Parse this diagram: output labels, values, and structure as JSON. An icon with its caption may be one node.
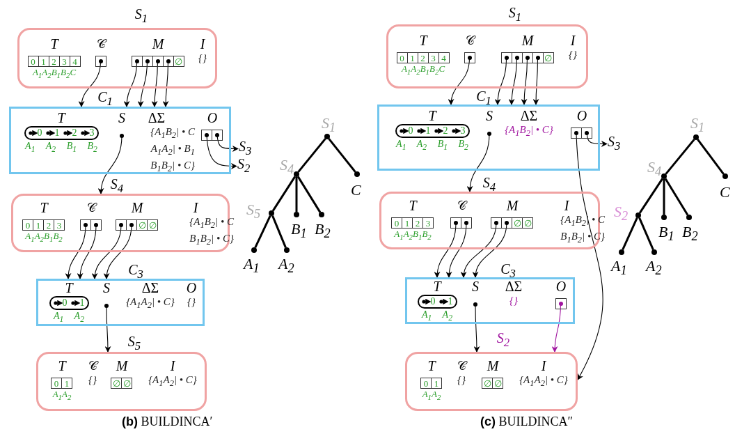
{
  "diagram": {
    "nodes": [
      {
        "text": [
          "S$_{1}$"
        ]
      },
      {
        "text": [
          "T",
          "0",
          "1",
          "2",
          "3",
          "4",
          "A$_{1}$A$_{2}$B$_{1}$B$_{2}$C"
        ],
        "in": 0
      },
      {
        "text": [
          "𝒞"
        ],
        "in": 0
      },
      {
        "text": [
          "M",
          "∅"
        ],
        "in": 0
      },
      {
        "text": [
          "I",
          "{}"
        ],
        "in": 0
      },
      {
        "text": [
          "C$_{1}$"
        ]
      },
      {
        "text": [
          "T",
          "0",
          "1",
          "2",
          "3",
          "A$_{1}$ A$_{2}$ B$_{1}$ B$_{2}$"
        ],
        "in": 5
      },
      {
        "text": [
          "S"
        ],
        "in": 5
      },
      {
        "text": [
          "ΔΣ",
          "{A$_{1}$B$_{2}$| • C",
          "A$_{1}$A$_{2}$| • B$_{1}$",
          "B$_{1}$B$_{2}$| • C}"
        ],
        "in": 5
      },
      {
        "text": [
          "O"
        ],
        "in": 5
      },
      {
        "text": [
          "S$_{3}$"
        ]
      },
      {
        "text": [
          "S$_{2}$"
        ]
      },
      {
        "text": [
          "S$_{4}$"
        ]
      },
      {
        "text": [
          "T",
          "0",
          "1",
          "2",
          "3",
          "A$_{1}$A$_{2}$B$_{1}$B$_{2}$"
        ],
        "in": 12
      },
      {
        "text": [
          "𝒞"
        ],
        "in": 12
      },
      {
        "text": [
          "M",
          "∅",
          "∅"
        ],
        "in": 12
      },
      {
        "text": [
          "I",
          "{A$_{1}$B$_{2}$| • C",
          "B$_{1}$B$_{2}$| • C}"
        ],
        "in": 12
      },
      {
        "text": [
          "C$_{3}$"
        ]
      },
      {
        "text": [
          "T",
          "0",
          "1",
          "A$_{1}$ A$_{2}$"
        ],
        "in": 17
      },
      {
        "text": [
          "S"
        ],
        "in": 17
      },
      {
        "text": [
          "ΔΣ",
          "{A$_{1}$A$_{2}$| • C}"
        ],
        "in": 17
      },
      {
        "text": [
          "O",
          "{}"
        ],
        "in": 17
      },
      {
        "text": [
          "S$_{5}$"
        ]
      },
      {
        "text": [
          "T",
          "0",
          "1",
          "A$_{1}$A$_{2}$"
        ],
        "in": 22
      },
      {
        "text": [
          "𝒞",
          "{}"
        ],
        "in": 22
      },
      {
        "text": [
          "M",
          "∅",
          "∅"
        ],
        "in": 22
      },
      {
        "text": [
          "I",
          "{A$_{1}$A$_{2}$| • C}"
        ],
        "in": 22
      },
      {
        "text": [],
        "shape": "circle",
        "beside": [
          "S$_{1}$"
        ]
      },
      {
        "text": [],
        "shape": "circle",
        "beside": [
          "S$_{4}$"
        ]
      },
      {
        "text": [],
        "shape": "circle",
        "beside": [
          "C"
        ]
      },
      {
        "text": [],
        "shape": "circle",
        "beside": [
          "S$_{5}$"
        ]
      },
      {
        "text": [],
        "shape": "circle",
        "beside": [
          "B$_{1}$"
        ]
      },
      {
        "text": [],
        "shape": "circle",
        "beside": [
          "B$_{2}$"
        ]
      },
      {
        "text": [],
        "shape": "circle",
        "beside": [
          "A$_{1}$"
        ]
      },
      {
        "text": [],
        "shape": "circle",
        "beside": [
          "A$_{2}$"
        ]
      },
      {
        "text": [
          "S$_{1}$"
        ]
      },
      {
        "text": [
          "T",
          "0",
          "1",
          "2",
          "3",
          "4",
          "A$_{1}$A$_{2}$B$_{1}$B$_{2}$C"
        ],
        "in": 35
      },
      {
        "text": [
          "𝒞"
        ],
        "in": 35
      },
      {
        "text": [
          "M",
          "∅"
        ],
        "in": 35
      },
      {
        "text": [
          "I",
          "{}"
        ],
        "in": 35
      },
      {
        "text": [
          "C$_{1}$"
        ]
      },
      {
        "text": [
          "T",
          "0",
          "1",
          "2",
          "3",
          "A$_{1}$ A$_{2}$ B$_{1}$ B$_{2}$"
        ],
        "in": 40
      },
      {
        "text": [
          "S"
        ],
        "in": 40
      },
      {
        "text": [
          "ΔΣ",
          "{A$_{1}$B$_{2}$| • C}"
        ],
        "in": 40
      },
      {
        "text": [
          "O"
        ],
        "in": 40
      },
      {
        "text": [
          "S$_{3}$"
        ]
      },
      {
        "text": [
          "S$_{4}$"
        ]
      },
      {
        "text": [
          "T",
          "0",
          "1",
          "2",
          "3",
          "A$_{1}$A$_{2}$B$_{1}$B$_{2}$"
        ],
        "in": 46
      },
      {
        "text": [
          "𝒞"
        ],
        "in": 46
      },
      {
        "text": [
          "M",
          "∅",
          "∅"
        ],
        "in": 46
      },
      {
        "text": [
          "I",
          "{A$_{1}$B$_{2}$| • C",
          "B$_{1}$B$_{2}$| • C}"
        ],
        "in": 46
      },
      {
        "text": [
          "C$_{3}$"
        ]
      },
      {
        "text": [
          "T",
          "0",
          "1",
          "A$_{1}$ A$_{2}$"
        ],
        "in": 51
      },
      {
        "text": [
          "S"
        ],
        "in": 51
      },
      {
        "text": [
          "ΔΣ",
          "{}"
        ],
        "in": 51
      },
      {
        "text": [
          "O"
        ],
        "in": 51
      },
      {
        "text": [
          "S$_{2}$"
        ]
      },
      {
        "text": [
          "T",
          "0",
          "1",
          "A$_{1}$A$_{2}$"
        ],
        "in": 56
      },
      {
        "text": [
          "𝒞",
          "{}"
        ],
        "in": 56
      },
      {
        "text": [
          "M",
          "∅",
          "∅"
        ],
        "in": 56
      },
      {
        "text": [
          "I",
          "{A$_{1}$A$_{2}$| • C}"
        ],
        "in": 56
      },
      {
        "text": [],
        "shape": "circle",
        "beside": [
          "S$_{1}$"
        ]
      },
      {
        "text": [],
        "shape": "circle",
        "beside": [
          "S$_{4}$"
        ]
      },
      {
        "text": [],
        "shape": "circle",
        "beside": [
          "C"
        ]
      },
      {
        "text": [],
        "shape": "circle",
        "beside": [
          "S$_{2}$"
        ]
      },
      {
        "text": [],
        "shape": "circle",
        "beside": [
          "B$_{1}$"
        ]
      },
      {
        "text": [],
        "shape": "circle",
        "beside": [
          "B$_{2}$"
        ]
      },
      {
        "text": [],
        "shape": "circle",
        "beside": [
          "A$_{1}$"
        ]
      },
      {
        "text": [],
        "shape": "circle",
        "beside": [
          "A$_{2}$"
        ]
      }
    ],
    "edges": [
      {
        "from": 2,
        "to": 5,
        "arrow": "to"
      },
      {
        "from": 3,
        "to": 5,
        "arrow": "to"
      },
      {
        "from": 3,
        "to": 5,
        "arrow": "to"
      },
      {
        "from": 3,
        "to": 5,
        "arrow": "to"
      },
      {
        "from": 3,
        "to": 5,
        "arrow": "to"
      },
      {
        "from": 9,
        "to": 11,
        "arrow": "to"
      },
      {
        "from": 9,
        "to": 10,
        "arrow": "to"
      },
      {
        "from": 7,
        "to": 12,
        "arrow": "to"
      },
      {
        "from": 14,
        "to": 17,
        "arrow": "to"
      },
      {
        "from": 14,
        "to": 17,
        "arrow": "to"
      },
      {
        "from": 15,
        "to": 17,
        "arrow": "to"
      },
      {
        "from": 15,
        "to": 17,
        "arrow": "to"
      },
      {
        "from": 19,
        "to": 22,
        "arrow": "to"
      },
      {
        "from": 27,
        "to": 28,
        "arrow": "none",
        "style": "thick"
      },
      {
        "from": 27,
        "to": 29,
        "arrow": "none",
        "style": "thick"
      },
      {
        "from": 28,
        "to": 30,
        "arrow": "none",
        "style": "thick"
      },
      {
        "from": 28,
        "to": 31,
        "arrow": "none",
        "style": "thick"
      },
      {
        "from": 28,
        "to": 32,
        "arrow": "none",
        "style": "thick"
      },
      {
        "from": 30,
        "to": 33,
        "arrow": "none",
        "style": "thick"
      },
      {
        "from": 30,
        "to": 34,
        "arrow": "none",
        "style": "thick"
      },
      {
        "from": 37,
        "to": 40,
        "arrow": "to"
      },
      {
        "from": 38,
        "to": 40,
        "arrow": "to"
      },
      {
        "from": 38,
        "to": 40,
        "arrow": "to"
      },
      {
        "from": 38,
        "to": 40,
        "arrow": "to"
      },
      {
        "from": 38,
        "to": 40,
        "arrow": "to"
      },
      {
        "from": 44,
        "to": 56,
        "arrow": "to"
      },
      {
        "from": 44,
        "to": 45,
        "arrow": "to"
      },
      {
        "from": 42,
        "to": 46,
        "arrow": "to"
      },
      {
        "from": 48,
        "to": 51,
        "arrow": "to"
      },
      {
        "from": 48,
        "to": 51,
        "arrow": "to"
      },
      {
        "from": 49,
        "to": 51,
        "arrow": "to"
      },
      {
        "from": 49,
        "to": 51,
        "arrow": "to"
      },
      {
        "from": 53,
        "to": 56,
        "arrow": "to"
      },
      {
        "from": 55,
        "to": 56,
        "arrow": "to",
        "color": "#a0159f"
      },
      {
        "from": 61,
        "to": 62,
        "arrow": "none",
        "style": "thick"
      },
      {
        "from": 61,
        "to": 63,
        "arrow": "none",
        "style": "thick"
      },
      {
        "from": 62,
        "to": 64,
        "arrow": "none",
        "style": "thick"
      },
      {
        "from": 62,
        "to": 65,
        "arrow": "none",
        "style": "thick"
      },
      {
        "from": 62,
        "to": 66,
        "arrow": "none",
        "style": "thick"
      },
      {
        "from": 64,
        "to": 67,
        "arrow": "none",
        "style": "thick"
      },
      {
        "from": 64,
        "to": 68,
        "arrow": "none",
        "style": "thick"
      }
    ],
    "labels": [
      "**(b)** BUILDINCA′",
      "**(c)** BUILDINCA″"
    ]
  }
}
